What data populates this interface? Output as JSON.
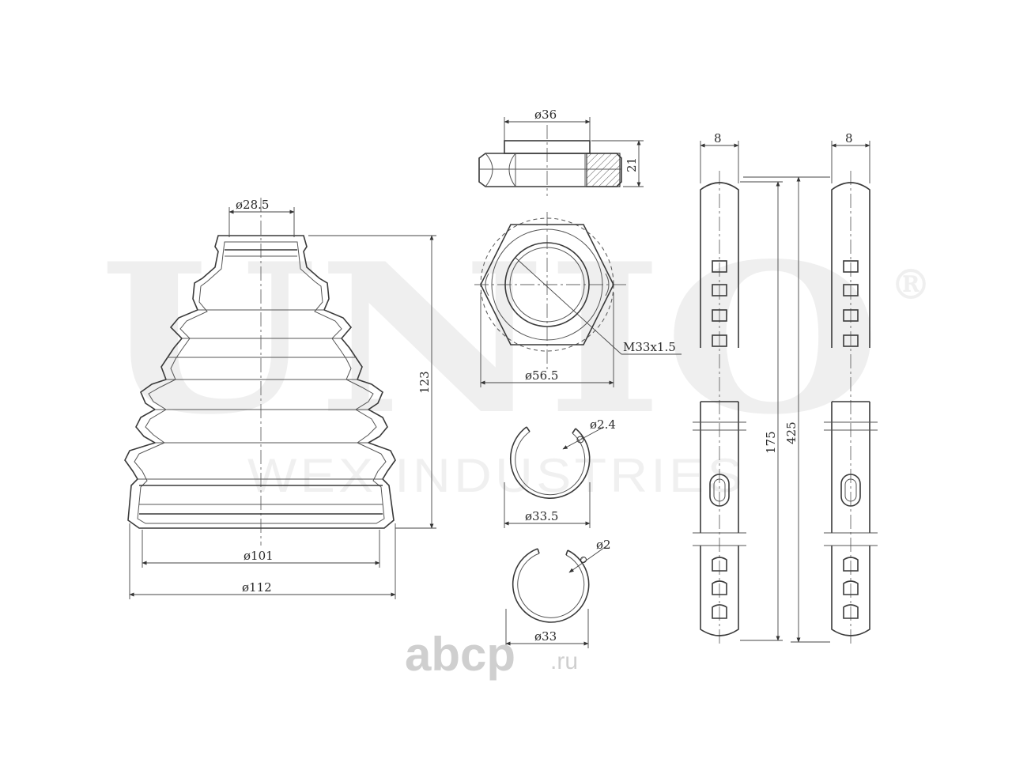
{
  "watermark": {
    "brand": "UNIO",
    "registered": "®",
    "subtitle": "WEX INDUSTRIES",
    "site_name": "abcp",
    "site_tld": ".ru"
  },
  "boot": {
    "d_top": "ø28.5",
    "d_inner": "ø101",
    "d_outer": "ø112",
    "height": "123"
  },
  "nut": {
    "d_collar": "ø36",
    "height": "21",
    "thread": "M33x1.5",
    "d_across": "ø56.5"
  },
  "rings": {
    "large_wire": "ø2.4",
    "large_d": "ø33.5",
    "small_wire": "ø2",
    "small_d": "ø33"
  },
  "straps": {
    "short_width": "8",
    "short_length": "175",
    "long_width": "8",
    "long_length": "425"
  }
}
